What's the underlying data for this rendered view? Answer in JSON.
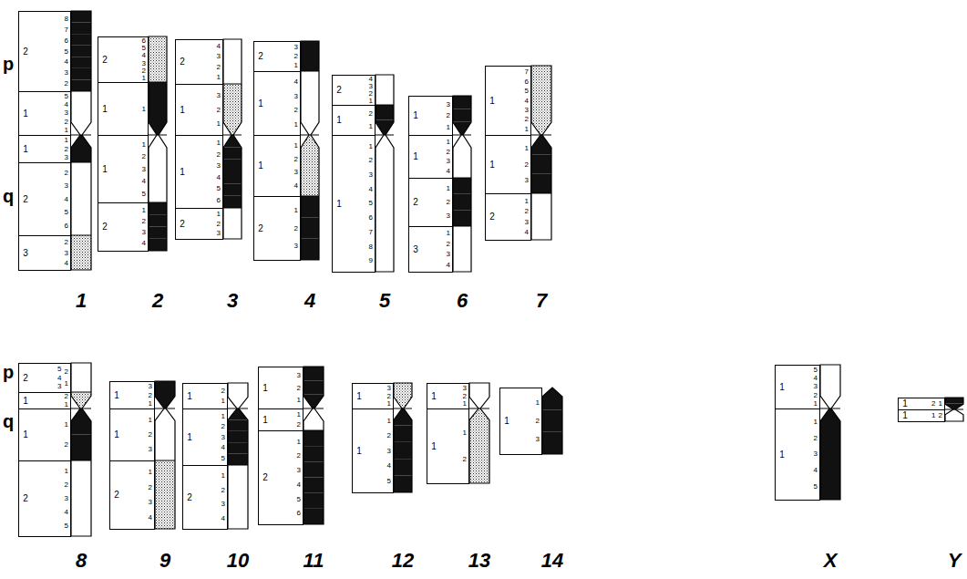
{
  "diagram": {
    "nodes": [
      {
        "text": [
          "2",
          "8",
          "7",
          "6",
          "5",
          "4",
          "3",
          "2"
        ]
      },
      {
        "text": [
          "1",
          "5",
          "4",
          "3",
          "2",
          "1"
        ]
      },
      {
        "text": [
          "1",
          "1",
          "2",
          "3"
        ]
      },
      {
        "text": [
          "2",
          "2",
          "3",
          "4",
          "5",
          "6"
        ]
      },
      {
        "text": [
          "3",
          "2",
          "3",
          "4"
        ]
      },
      {
        "text": [
          "2",
          "6",
          "5",
          "4",
          "3",
          "2",
          "1"
        ]
      },
      {
        "text": [
          "1",
          "1"
        ]
      },
      {
        "text": [
          "1",
          "1",
          "2",
          "3",
          "4",
          "5"
        ]
      },
      {
        "text": [
          "2",
          "1",
          "2",
          "3",
          "4"
        ]
      },
      {
        "text": [
          "2",
          "4",
          "3",
          "2",
          "1"
        ]
      },
      {
        "text": [
          "1",
          "3",
          "2",
          "1"
        ]
      },
      {
        "text": [
          "1",
          "1",
          "2",
          "3",
          "4",
          "5",
          "6"
        ]
      },
      {
        "text": [
          "2",
          "1",
          "2",
          "3"
        ]
      },
      {
        "text": [
          "2",
          "3",
          "2",
          "1"
        ]
      },
      {
        "text": [
          "1",
          "4",
          "3",
          "2",
          "1"
        ]
      },
      {
        "text": [
          "1",
          "1",
          "2",
          "3",
          "4"
        ]
      },
      {
        "text": [
          "2",
          "1",
          "2",
          "3"
        ]
      },
      {
        "text": [
          "2",
          "4",
          "3",
          "2",
          "1"
        ]
      },
      {
        "text": [
          "1",
          "2",
          "1"
        ]
      },
      {
        "text": [
          "1",
          "1",
          "2",
          "3",
          "4",
          "5",
          "6",
          "7",
          "8",
          "9"
        ]
      },
      {
        "text": [
          "1",
          "3",
          "2",
          "1"
        ]
      },
      {
        "text": [
          "1",
          "1",
          "2",
          "3",
          "4"
        ]
      },
      {
        "text": [
          "2",
          "1",
          "2",
          "3"
        ]
      },
      {
        "text": [
          "3",
          "1",
          "2",
          "3",
          "4"
        ]
      },
      {
        "text": [
          "1",
          "7",
          "6",
          "5",
          "4",
          "3",
          "2",
          "1"
        ]
      },
      {
        "text": [
          "1",
          "1",
          "2",
          "3"
        ]
      },
      {
        "text": [
          "2",
          "1",
          "2",
          "3",
          "4"
        ]
      },
      {
        "text": [
          "2",
          "5",
          "4",
          "3",
          "2",
          "1"
        ]
      },
      {
        "text": [
          "1",
          "2",
          "1"
        ]
      },
      {
        "text": [
          "1",
          "1",
          "2"
        ]
      },
      {
        "text": [
          "2",
          "1",
          "2",
          "3",
          "4",
          "5"
        ]
      },
      {
        "text": [
          "1",
          "3",
          "2",
          "1"
        ]
      },
      {
        "text": [
          "1",
          "1",
          "2",
          "3"
        ]
      },
      {
        "text": [
          "2",
          "1",
          "2",
          "3",
          "4"
        ]
      },
      {
        "text": [
          "1",
          "2",
          "1"
        ]
      },
      {
        "text": [
          "1",
          "1",
          "2",
          "3",
          "4",
          "5"
        ]
      },
      {
        "text": [
          "2",
          "1",
          "2",
          "3",
          "4"
        ]
      },
      {
        "text": [
          "1",
          "3",
          "2",
          "1"
        ]
      },
      {
        "text": [
          "1",
          "1",
          "2"
        ]
      },
      {
        "text": [
          "2",
          "1",
          "2",
          "3",
          "4",
          "5",
          "6"
        ]
      },
      {
        "text": [
          "1",
          "3",
          "2",
          "1"
        ]
      },
      {
        "text": [
          "1",
          "1",
          "2",
          "3",
          "4",
          "5"
        ]
      },
      {
        "text": [
          "1",
          "3",
          "2",
          "1"
        ]
      },
      {
        "text": [
          "1",
          "1",
          "2"
        ]
      },
      {
        "text": [
          "1",
          "1",
          "2",
          "3"
        ]
      },
      {
        "text": [
          "1",
          "5",
          "4",
          "3",
          "2",
          "1"
        ]
      },
      {
        "text": [
          "1",
          "1",
          "2",
          "3",
          "4",
          "5"
        ]
      },
      {
        "text": [
          "1",
          "2",
          "1"
        ]
      },
      {
        "text": [
          "1",
          "1",
          "2"
        ]
      }
    ],
    "labels": [
      "p",
      "q",
      "1",
      "2",
      "3",
      "4",
      "5",
      "6",
      "7",
      "p",
      "q",
      "8",
      "9",
      "10",
      "11",
      "12",
      "13",
      "14",
      "X",
      "Y"
    ]
  }
}
